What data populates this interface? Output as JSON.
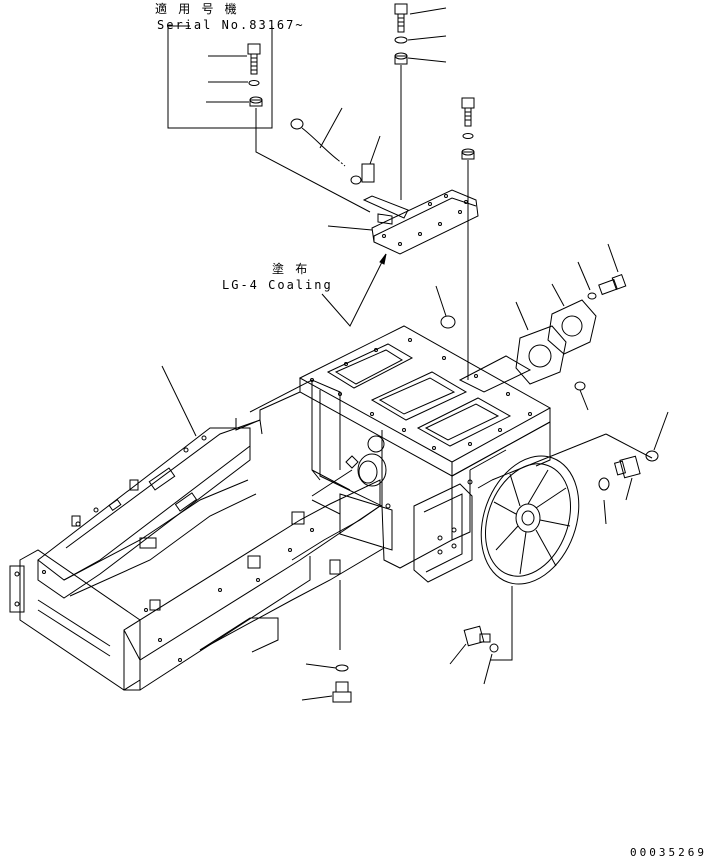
{
  "labels": {
    "serial_title": "適 用 号 機",
    "serial_range": "Serial No.83167~",
    "coating_jp": "塗 布",
    "coating_en": "LG-4 Coaling",
    "drawing_number": "00035269"
  },
  "colors": {
    "line": "#000000",
    "background": "#ffffff"
  }
}
